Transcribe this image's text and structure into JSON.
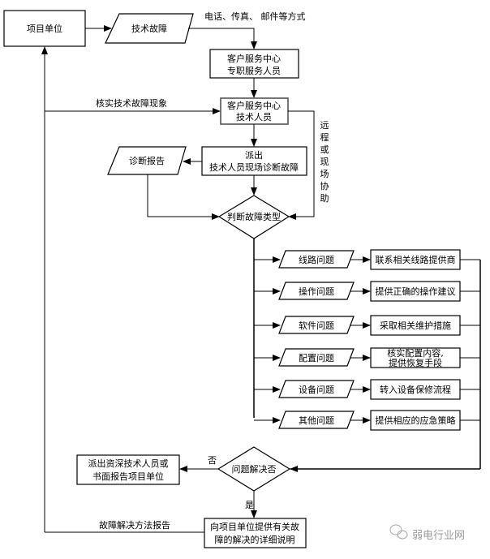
{
  "nodes": {
    "project_unit": "项目单位",
    "tech_fault": "技术故障",
    "cs_center_1_line1": "客户服务中心",
    "cs_center_1_line2": "专职服务人员",
    "cs_center_2_line1": "客户服务中心",
    "cs_center_2_line2": "技术人员",
    "dispatch_line1": "派出",
    "dispatch_line2": "技术人员现场诊断故障",
    "diagnosis_report": "诊断报告",
    "judge_type": "判断故障类型",
    "resolved": "问题解决否",
    "senior_line1": "派出资深技术人员或",
    "senior_line2": "书面报告项目单位",
    "final_line1": "向项目单位提供有关故",
    "final_line2": "障的解决的详细说明"
  },
  "edge_labels": {
    "contact_methods": "电话、传真、 邮件等方式",
    "verify": "核实技术故障现象",
    "remote": [
      "远",
      "程",
      "或",
      "现",
      "场",
      "协",
      "助"
    ],
    "no": "否",
    "yes": "是",
    "solution_report": "故障解决方法报告"
  },
  "problems": [
    {
      "type": "线路问题",
      "action": [
        "联系相关线路提供商"
      ]
    },
    {
      "type": "操作问题",
      "action": [
        "提供正确的操作建议"
      ]
    },
    {
      "type": "软件问题",
      "action": [
        "采取相关维护措施"
      ]
    },
    {
      "type": "配置问题",
      "action": [
        "核实配置内容,",
        "提供恢复手段"
      ]
    },
    {
      "type": "设备问题",
      "action": [
        "转入设备保修流程"
      ]
    },
    {
      "type": "其他问题",
      "action": [
        "提供相应的应急策略"
      ]
    }
  ],
  "watermark": {
    "text": "弱电行业网",
    "icon": "wechat-icon"
  },
  "colors": {
    "line": "#000000",
    "watermark": "#9a9a9a"
  }
}
